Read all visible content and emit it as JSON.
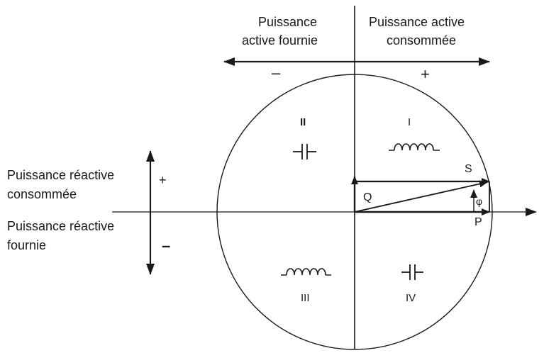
{
  "top_labels": {
    "active_supplied": [
      "Puissance",
      "active fournie"
    ],
    "active_consumed": [
      "Puissance active",
      "consommée"
    ],
    "minus": "–",
    "plus": "+"
  },
  "side_labels": {
    "reactive_consumed": [
      "Puissance réactive",
      "consommée"
    ],
    "reactive_supplied": [
      "Puissance réactive",
      "fournie"
    ],
    "plus": "+",
    "minus": "–"
  },
  "quadrants": {
    "q1": {
      "numeral": "I",
      "element": "inductor-icon"
    },
    "q2": {
      "numeral": "II",
      "element": "capacitor-icon"
    },
    "q3": {
      "numeral": "III",
      "element": "inductor-icon"
    },
    "q4": {
      "numeral": "IV",
      "element": "capacitor-icon"
    }
  },
  "vectors": {
    "S": "S",
    "Q": "Q",
    "P": "P",
    "phi": "φ"
  },
  "colors": {
    "stroke": "#1a1a1a",
    "background": "#ffffff"
  }
}
